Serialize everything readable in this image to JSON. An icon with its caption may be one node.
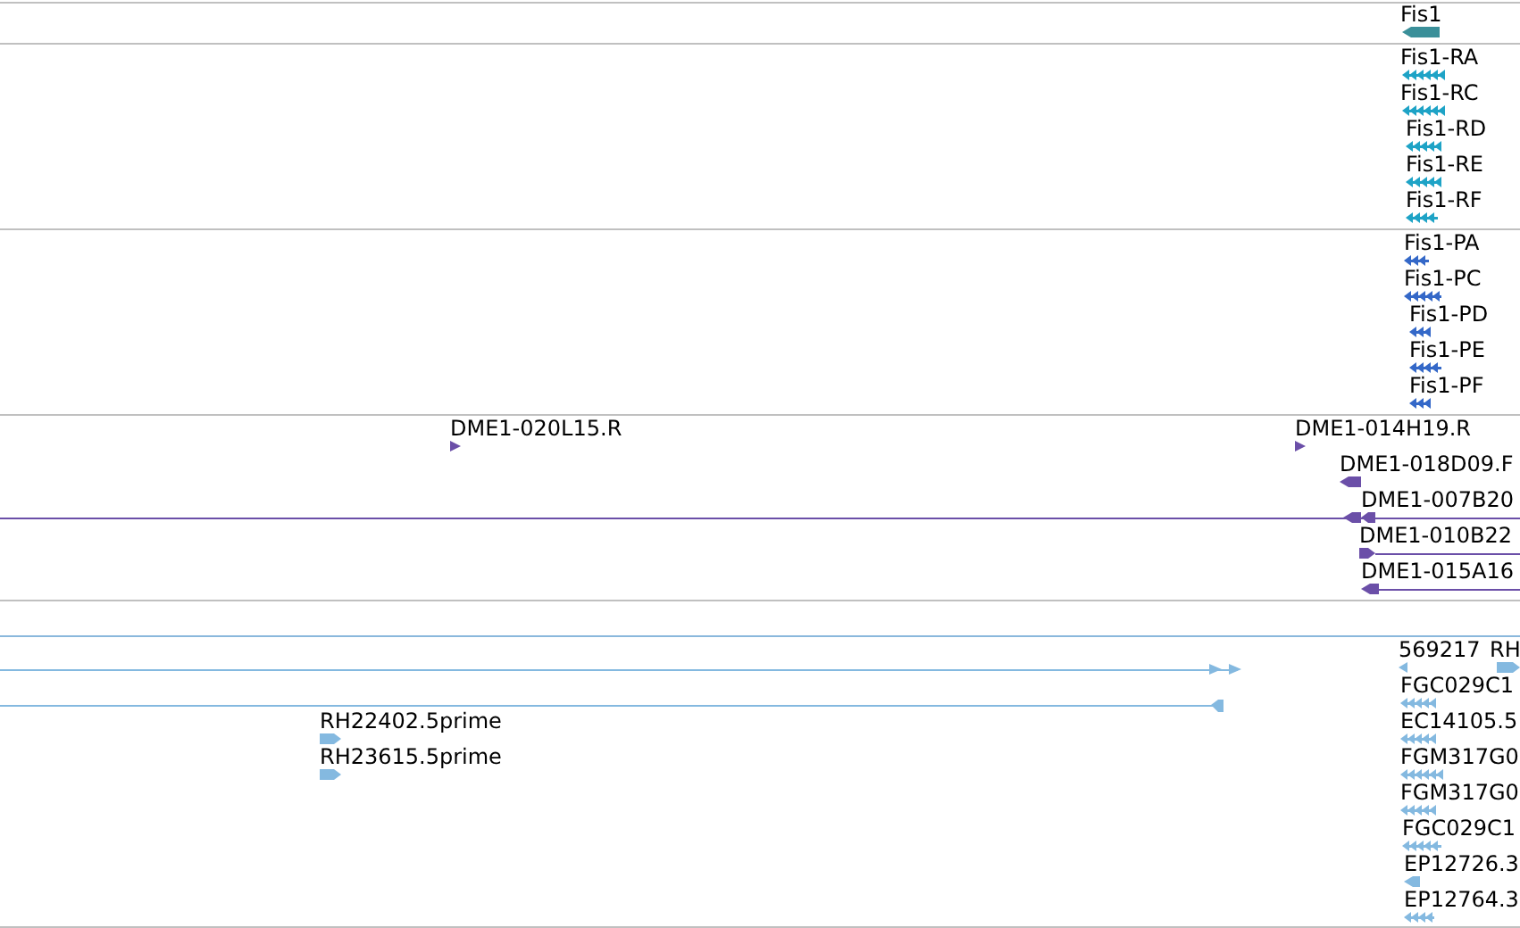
{
  "diagram": {
    "labels": [
      "Fis1",
      "Fis1-RA",
      "Fis1-RC",
      "Fis1-RD",
      "Fis1-RE",
      "Fis1-RF",
      "Fis1-PA",
      "Fis1-PC",
      "Fis1-PD",
      "Fis1-PE",
      "Fis1-PF",
      "DME1-020L15.R",
      "DME1-014H19.R",
      "DME1-018D09.F",
      "DME1-007B20",
      "DME1-010B22",
      "DME1-015A16",
      "569217",
      "RH",
      "FGC029C1",
      "RH22402.5prime",
      "EC14105.5",
      "RH23615.5prime",
      "FGM317G0",
      "FGM317G0",
      "FGC029C1",
      "EP12726.3",
      "EP12764.3"
    ]
  }
}
